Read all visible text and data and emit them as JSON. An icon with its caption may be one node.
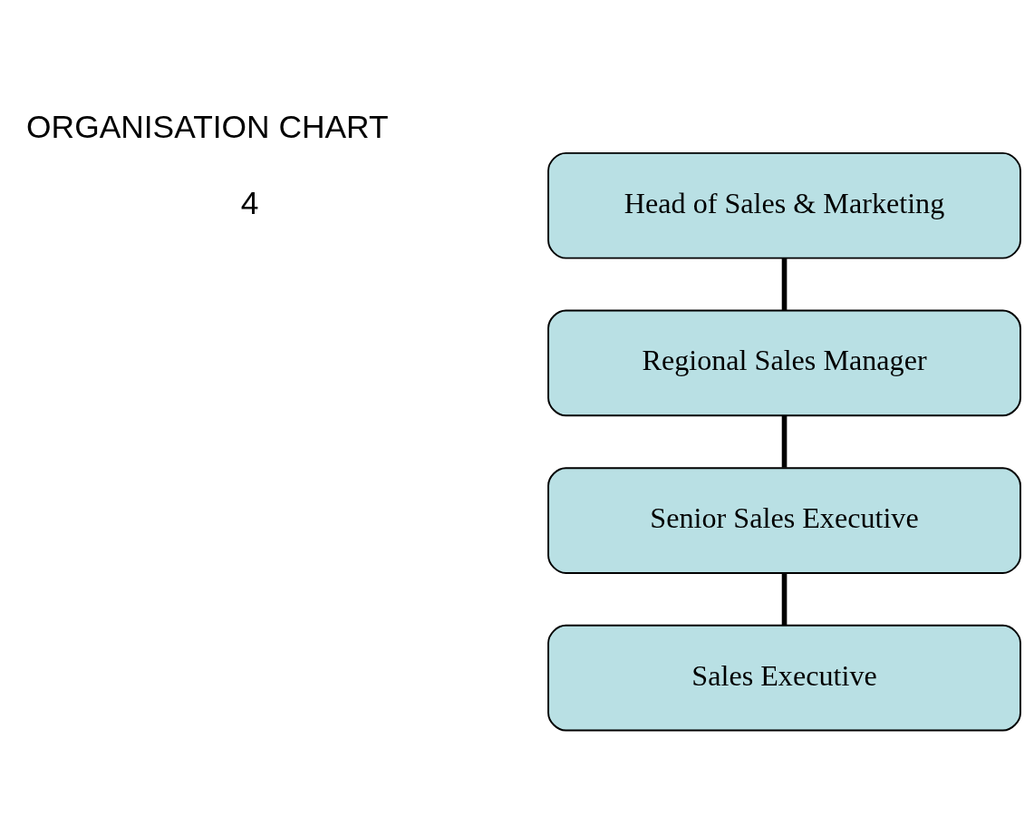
{
  "diagram": {
    "title": "ORGANISATION CHART",
    "nodes": [
      {
        "text": [
          "Head of Sales & Marketing"
        ]
      },
      {
        "text": [
          "Regional Sales Manager"
        ]
      },
      {
        "text": [
          "Senior Sales Executive"
        ]
      },
      {
        "text": [
          "Sales Executive"
        ]
      }
    ],
    "edges": [
      {
        "from": 0,
        "to": 1,
        "arrow": "none"
      },
      {
        "from": 1,
        "to": 2,
        "arrow": "none"
      },
      {
        "from": 2,
        "to": 3,
        "arrow": "none"
      }
    ],
    "labels": [
      "4"
    ]
  }
}
